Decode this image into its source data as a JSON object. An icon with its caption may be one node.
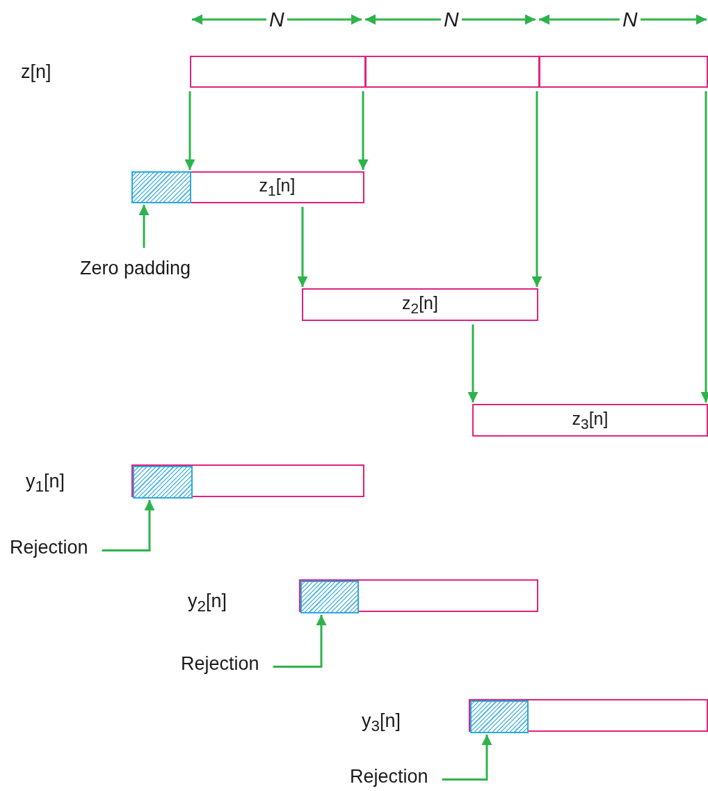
{
  "diagram": {
    "nodes": [
      {
        "text": [],
        "shape": "bar"
      },
      {
        "text": [],
        "shape": "box"
      },
      {
        "text": [
          "z$_{1}$[n]"
        ]
      },
      {
        "text": [
          "Zero padding"
        ]
      },
      {
        "text": [
          "z$_{2}$[n]"
        ]
      },
      {
        "text": [
          "z$_{3}$[n]"
        ]
      },
      {
        "text": [
          "y$_{1}$[n]"
        ]
      },
      {
        "text": [],
        "shape": "box",
        "in": 6
      },
      {
        "text": [
          "Rejection"
        ]
      },
      {
        "text": [
          "y$_{2}$[n]"
        ]
      },
      {
        "text": [],
        "shape": "box",
        "in": 9
      },
      {
        "text": [
          "Rejection"
        ]
      },
      {
        "text": [
          "y$_{3}$[n]"
        ]
      },
      {
        "text": [],
        "shape": "box",
        "in": 12
      },
      {
        "text": [
          "Rejection"
        ]
      }
    ],
    "edges": [
      {
        "from": 0,
        "to": 2,
        "arrow": "to"
      },
      {
        "from": 0,
        "to": 2,
        "arrow": "to"
      },
      {
        "from": 0,
        "to": 4,
        "arrow": "to"
      },
      {
        "from": 0,
        "to": 5,
        "arrow": "to"
      },
      {
        "from": 3,
        "to": 1,
        "arrow": "to"
      },
      {
        "from": 2,
        "to": 4,
        "arrow": "to"
      },
      {
        "from": 4,
        "to": 5,
        "arrow": "to"
      },
      {
        "from": 8,
        "to": 7,
        "arrow": "to"
      },
      {
        "from": 11,
        "to": 10,
        "arrow": "to"
      },
      {
        "from": 14,
        "to": 13,
        "arrow": "to"
      }
    ],
    "labels": [
      "N",
      "N",
      "N",
      "z[n]"
    ]
  }
}
